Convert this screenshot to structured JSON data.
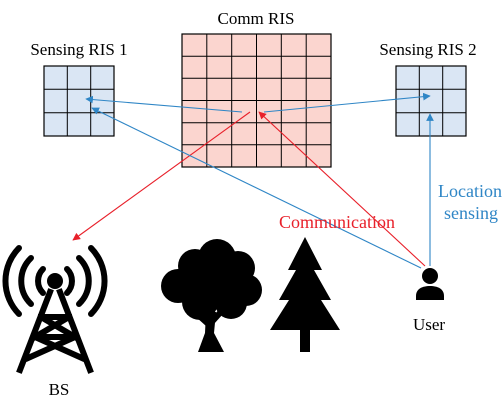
{
  "labels": {
    "comm_ris": "Comm RIS",
    "sensing_ris_1": "Sensing RIS 1",
    "sensing_ris_2": "Sensing RIS 2",
    "communication": "Communication",
    "location_sensing_line1": "Location",
    "location_sensing_line2": "sensing",
    "user": "User",
    "bs": "BS"
  },
  "colors": {
    "comm_ris_fill": "#fbd5cf",
    "sensing_ris_fill": "#dae6f4",
    "communication_path": "#e8202a",
    "sensing_path": "#2f86c6",
    "communication_text": "#e8202a",
    "sensing_text": "#2f86c6",
    "icon_fill": "#000000"
  },
  "icons": [
    "cell-tower-icon",
    "deciduous-tree-icon",
    "pine-tree-icon",
    "user-icon"
  ]
}
